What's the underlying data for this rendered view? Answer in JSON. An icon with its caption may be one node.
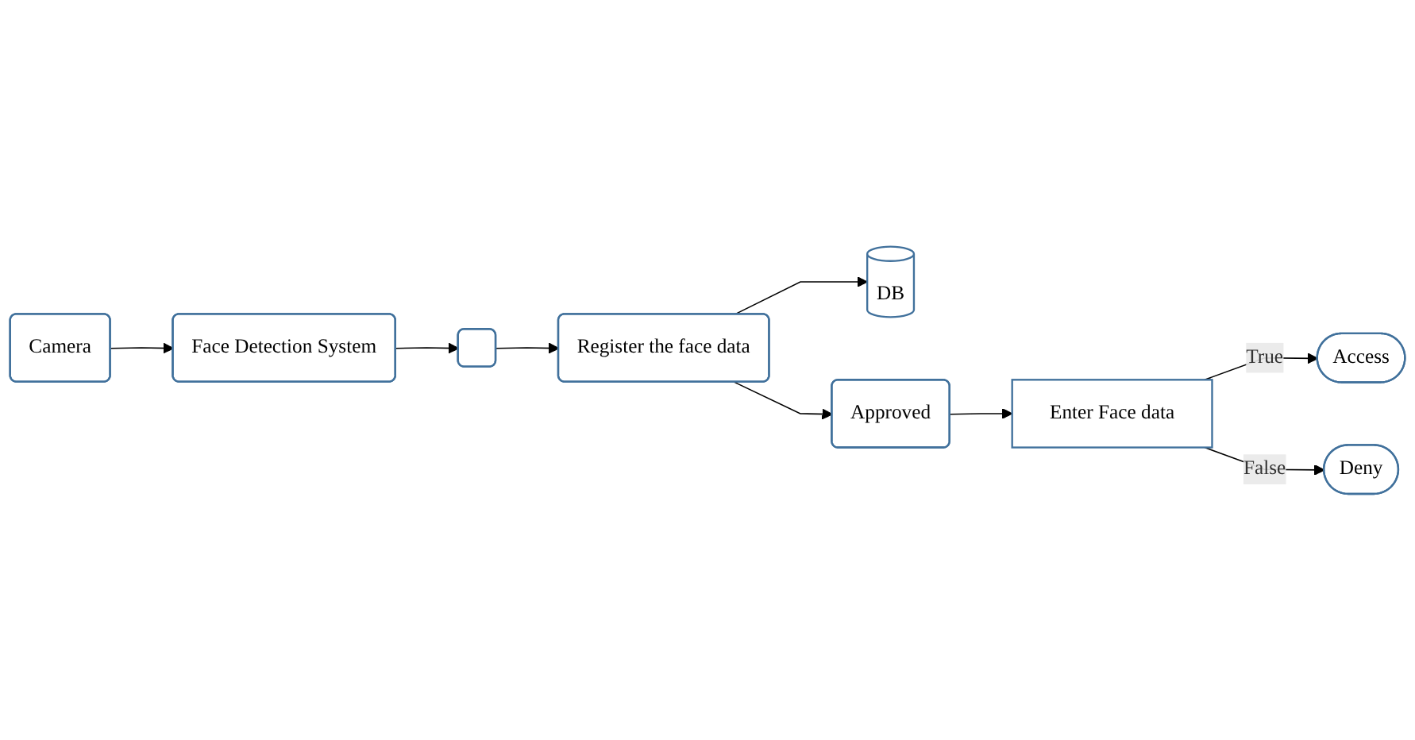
{
  "diagram": {
    "nodes": [
      {
        "text": [
          "Camera"
        ]
      },
      {
        "text": [
          "Face Detection System"
        ]
      },
      {
        "text": [],
        "shape": "box"
      },
      {
        "text": [
          "Register the face data"
        ]
      },
      {
        "text": [
          "DB"
        ]
      },
      {
        "text": [
          "Approved"
        ]
      },
      {
        "text": [
          "Enter Face data"
        ]
      },
      {
        "text": [
          "Access"
        ]
      },
      {
        "text": [
          "Deny"
        ]
      }
    ],
    "edges": [
      {
        "from": 0,
        "to": 1,
        "arrow": "to"
      },
      {
        "from": 1,
        "to": 2,
        "arrow": "to"
      },
      {
        "from": 2,
        "to": 3,
        "arrow": "to"
      },
      {
        "from": 3,
        "to": 4,
        "arrow": "to"
      },
      {
        "from": 3,
        "to": 5,
        "arrow": "to"
      },
      {
        "from": 5,
        "to": 6,
        "arrow": "to"
      },
      {
        "from": 6,
        "to": 7,
        "arrow": "to",
        "label": "True"
      },
      {
        "from": 6,
        "to": 8,
        "arrow": "to",
        "label": "False"
      }
    ]
  }
}
